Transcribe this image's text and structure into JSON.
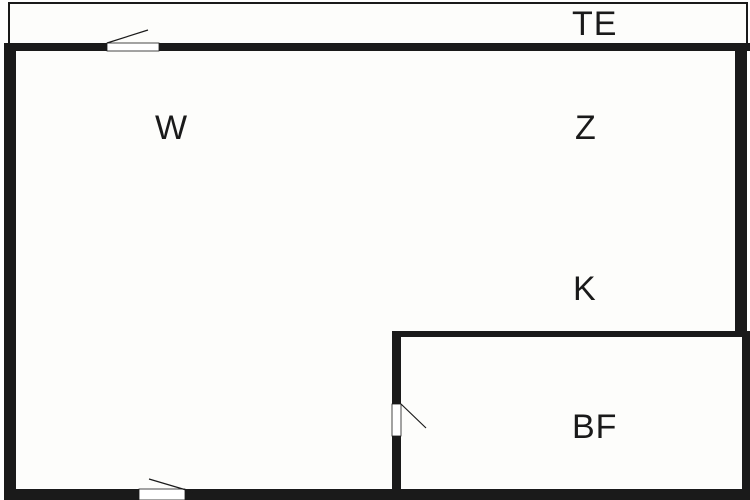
{
  "floor_plan": {
    "colors": {
      "wall": "#1a1a1a",
      "floor": "#fdfdfb",
      "door_gap": "#ffffff",
      "door_swing": "#1a1a1a"
    },
    "rooms": {
      "terrace": {
        "label": "TE"
      },
      "living": {
        "label": "W"
      },
      "room": {
        "label": "Z"
      },
      "kitchen": {
        "label": "K"
      },
      "bathroom": {
        "label": "BF"
      }
    },
    "doors": {
      "terrace_door": "door-icon",
      "bathroom_door": "door-icon",
      "entrance_door": "door-icon"
    }
  }
}
